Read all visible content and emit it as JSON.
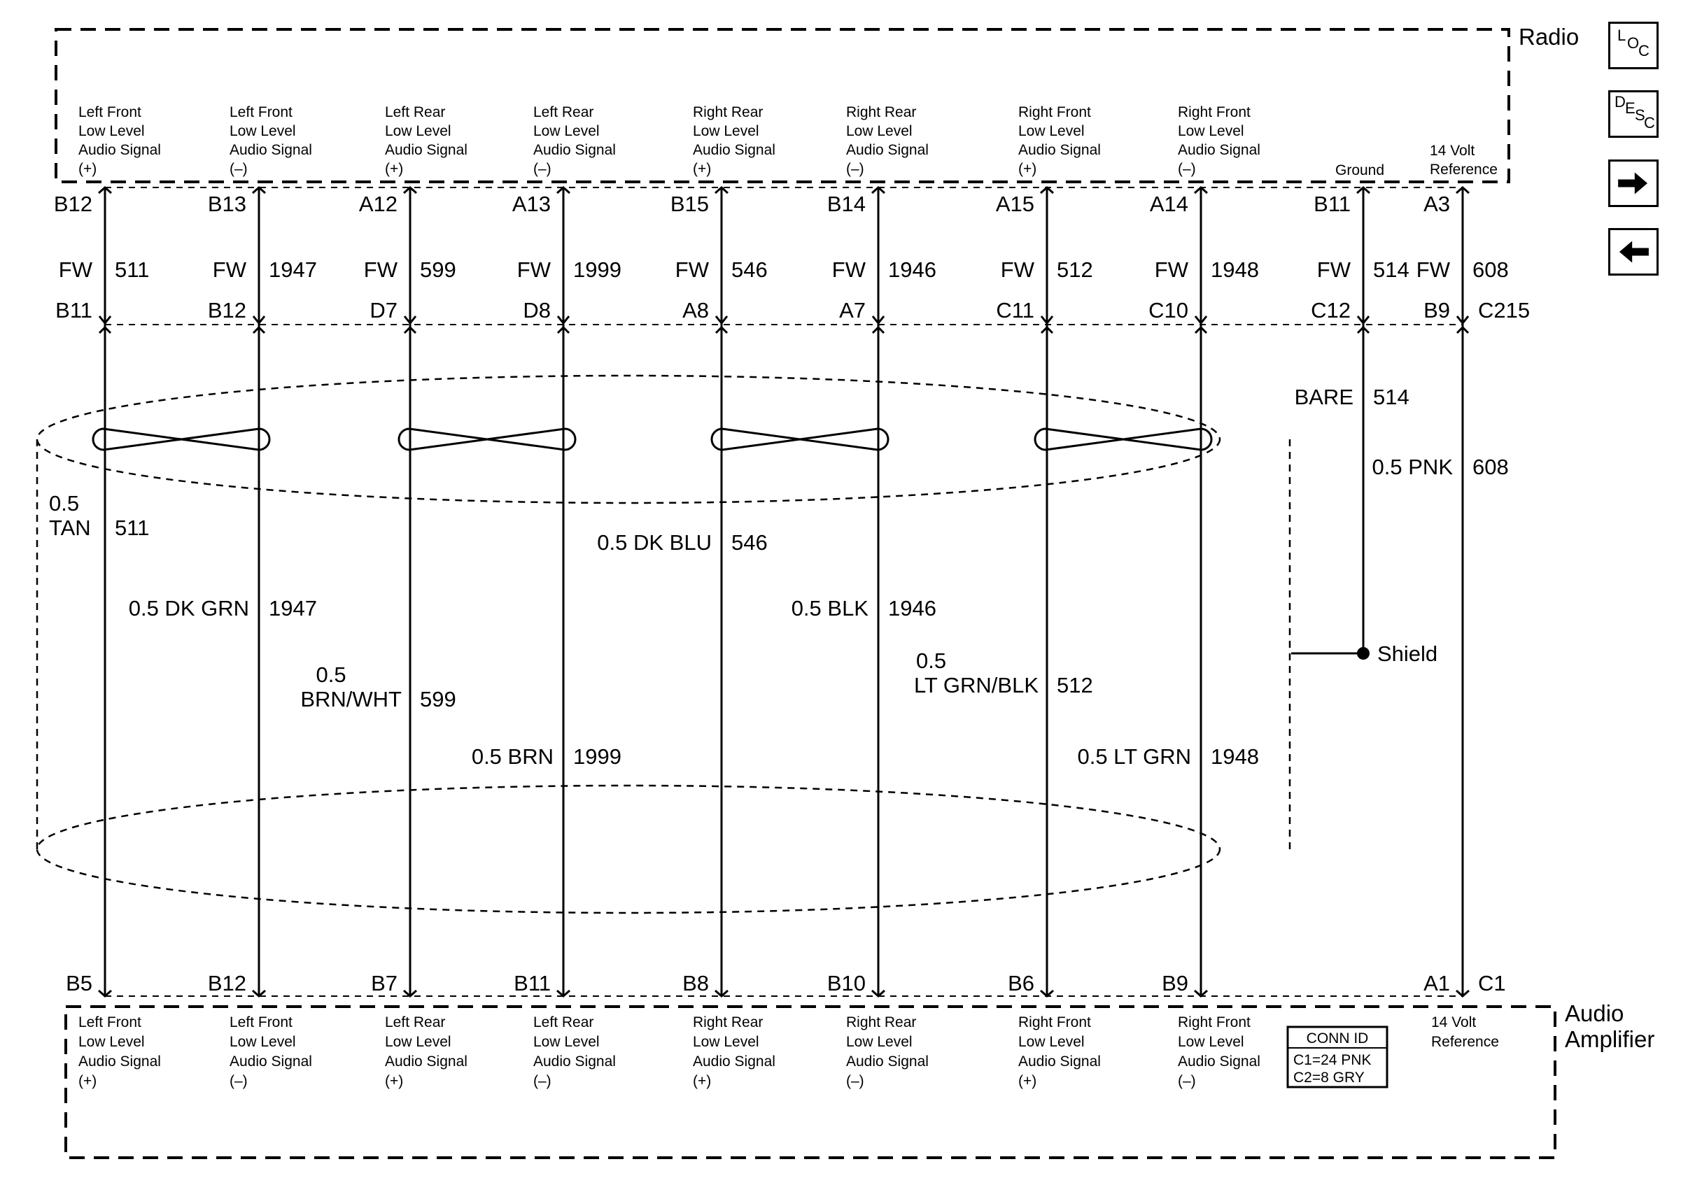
{
  "modules": {
    "radio": {
      "title": "Radio"
    },
    "amplifier": {
      "title_line1": "Audio",
      "title_line2": "Amplifier"
    }
  },
  "conn_id": {
    "header": "CONN ID",
    "line1": "C1=24 PNK",
    "line2": "C2=8 GRY"
  },
  "radio_labels": [
    [
      "Left Front",
      "Low Level",
      "Audio Signal",
      "(+)"
    ],
    [
      "Left Front",
      "Low Level",
      "Audio Signal",
      "(–)"
    ],
    [
      "Left Rear",
      "Low Level",
      "Audio Signal",
      "(+)"
    ],
    [
      "Left Rear",
      "Low Level",
      "Audio Signal",
      "(–)"
    ],
    [
      "Right Rear",
      "Low Level",
      "Audio Signal",
      "(+)"
    ],
    [
      "Right Rear",
      "Low Level",
      "Audio Signal",
      "(–)"
    ],
    [
      "Right Front",
      "Low Level",
      "Audio Signal",
      "(+)"
    ],
    [
      "Right Front",
      "Low Level",
      "Audio Signal",
      "(–)"
    ],
    [
      "Ground"
    ],
    [
      "14 Volt",
      "Reference"
    ]
  ],
  "amp_labels": [
    [
      "Left Front",
      "Low Level",
      "Audio Signal",
      "(+)"
    ],
    [
      "Left Front",
      "Low Level",
      "Audio Signal",
      "(–)"
    ],
    [
      "Left Rear",
      "Low Level",
      "Audio Signal",
      "(+)"
    ],
    [
      "Left Rear",
      "Low Level",
      "Audio Signal",
      "(–)"
    ],
    [
      "Right Rear",
      "Low Level",
      "Audio Signal",
      "(+)"
    ],
    [
      "Right Rear",
      "Low Level",
      "Audio Signal",
      "(–)"
    ],
    [
      "Right Front",
      "Low Level",
      "Audio Signal",
      "(+)"
    ],
    [
      "Right Front",
      "Low Level",
      "Audio Signal",
      "(–)"
    ],
    [
      "14 Volt",
      "Reference"
    ]
  ],
  "radio_pins": [
    "B12",
    "B13",
    "A12",
    "A13",
    "B15",
    "B14",
    "A15",
    "A14",
    "B11",
    "A3"
  ],
  "fw_label": "FW",
  "fw_circuits": [
    "511",
    "1947",
    "599",
    "1999",
    "546",
    "1946",
    "512",
    "1948",
    "514",
    "608"
  ],
  "c215_pins": [
    "B11",
    "B12",
    "D7",
    "D8",
    "A8",
    "A7",
    "C11",
    "C10",
    "C12",
    "B9"
  ],
  "c215_name": "C215",
  "amp_pins": [
    "B5",
    "B12",
    "B7",
    "B11",
    "B8",
    "B10",
    "B6",
    "B9",
    "A1"
  ],
  "amp_conn_name": "C1",
  "wires": [
    {
      "color": "0.5 TAN",
      "line1": "0.5",
      "line2": "TAN",
      "circuit": "511"
    },
    {
      "color": "0.5 DK GRN",
      "circuit": "1947"
    },
    {
      "color": "0.5 BRN/WHT",
      "line1": "0.5",
      "line2": "BRN/WHT",
      "circuit": "599"
    },
    {
      "color": "0.5 BRN",
      "circuit": "1999"
    },
    {
      "color": "0.5 DK BLU",
      "circuit": "546"
    },
    {
      "color": "0.5 BLK",
      "circuit": "1946"
    },
    {
      "color": "0.5 LT GRN/BLK",
      "line1": "0.5",
      "line2": "LT GRN/BLK",
      "circuit": "512"
    },
    {
      "color": "0.5 LT GRN",
      "circuit": "1948"
    },
    {
      "color": "BARE",
      "circuit": "514"
    },
    {
      "color": "0.5 PNK",
      "circuit": "608"
    }
  ],
  "shield_label": "Shield",
  "nav": {
    "loc": {
      "a": "L",
      "b": "O",
      "c": "C",
      "icon": "loc-icon"
    },
    "desc": {
      "a": "D",
      "b": "E",
      "c": "S",
      "d": "C",
      "icon": "desc-icon"
    },
    "forward": {
      "icon": "arrow-right-icon"
    },
    "back": {
      "icon": "arrow-left-icon"
    }
  }
}
